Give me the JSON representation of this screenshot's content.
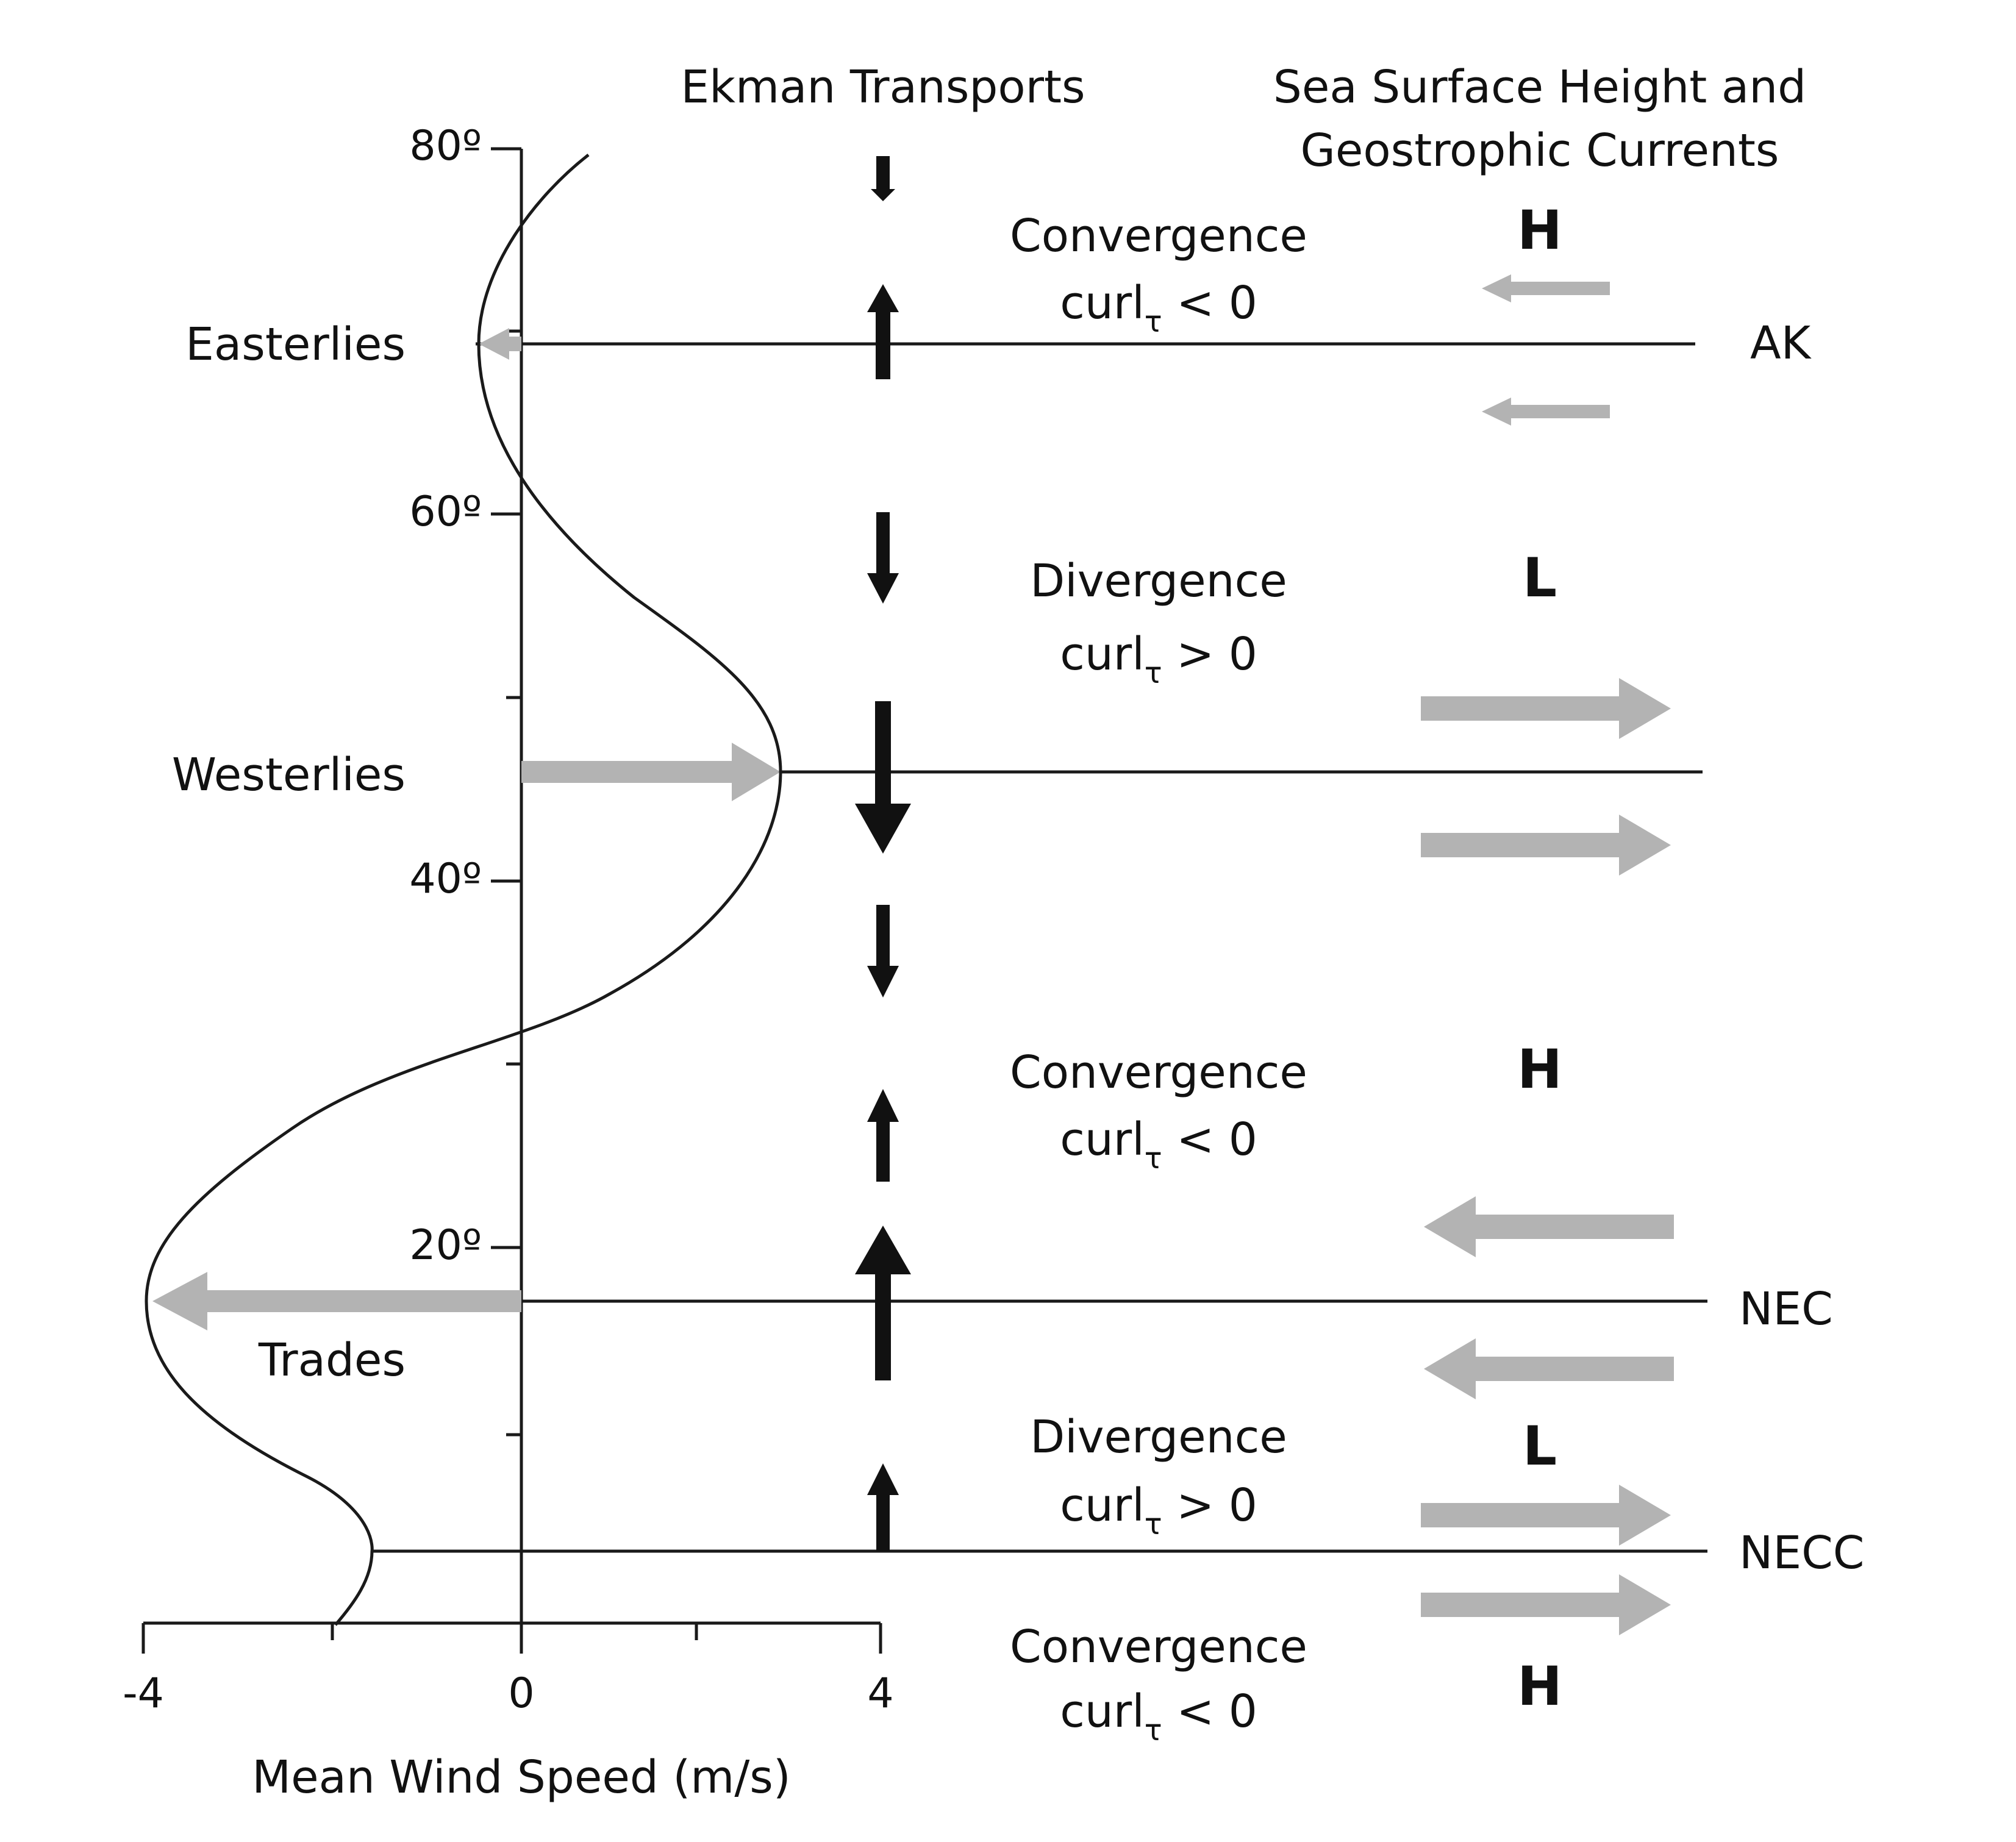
{
  "headers": {
    "ekman": "Ekman Transports",
    "ssh_line1": "Sea Surface Height and",
    "ssh_line2": "Geostrophic Currents"
  },
  "axes": {
    "xlabel": "Mean Wind Speed (m/s)",
    "x_ticks": [
      "-4",
      "0",
      "4"
    ],
    "lat_ticks": [
      "80º",
      "60º",
      "40º",
      "20º"
    ]
  },
  "winds": {
    "easterlies": "Easterlies",
    "westerlies": "Westerlies",
    "trades": "Trades"
  },
  "zones": [
    {
      "name": "Convergence",
      "curl": "curl",
      "sub": "τ",
      "cond": " < 0",
      "height": "H"
    },
    {
      "name": "Divergence",
      "curl": "curl",
      "sub": "τ",
      "cond": " > 0",
      "height": "L"
    },
    {
      "name": "Convergence",
      "curl": "curl",
      "sub": "τ",
      "cond": " < 0",
      "height": "H"
    },
    {
      "name": "Divergence",
      "curl": "curl",
      "sub": "τ",
      "cond": " > 0",
      "height": "L"
    },
    {
      "name": "Convergence",
      "curl": "curl",
      "sub": "τ",
      "cond": " < 0",
      "height": "H"
    }
  ],
  "currents": {
    "ak": "AK",
    "nec": "NEC",
    "necc": "NECC"
  },
  "colors": {
    "line": "#1a1a1a",
    "gray_arrow": "#b3b3b3",
    "black_arrow": "#111111"
  }
}
